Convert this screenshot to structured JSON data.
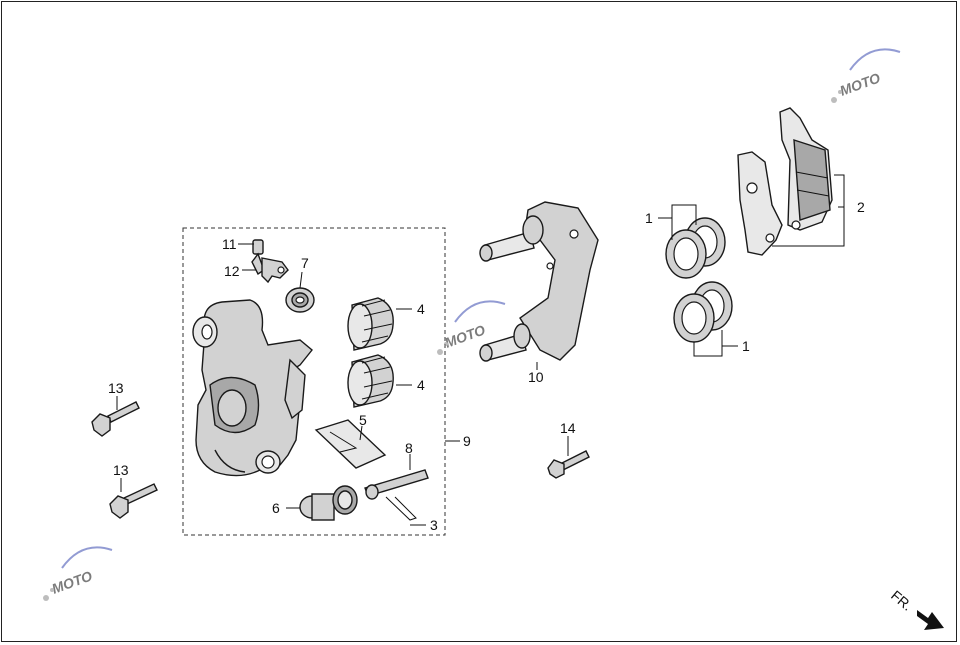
{
  "callouts": {
    "c1a": "1",
    "c1b": "1",
    "c2": "2",
    "c3": "3",
    "c4a": "4",
    "c4b": "4",
    "c5": "5",
    "c6": "6",
    "c7": "7",
    "c8": "8",
    "c9": "9",
    "c10": "10",
    "c11": "11",
    "c12": "12",
    "c13a": "13",
    "c13b": "13",
    "c14": "14"
  },
  "direction_label": "FR.",
  "watermark": {
    "text": "MOTO",
    "accent": "#d23a3a",
    "secondary": "#3a4bb0"
  },
  "colors": {
    "line": "#1a1a1a",
    "part_fill": "#d2d2d2",
    "background": "#ffffff"
  }
}
